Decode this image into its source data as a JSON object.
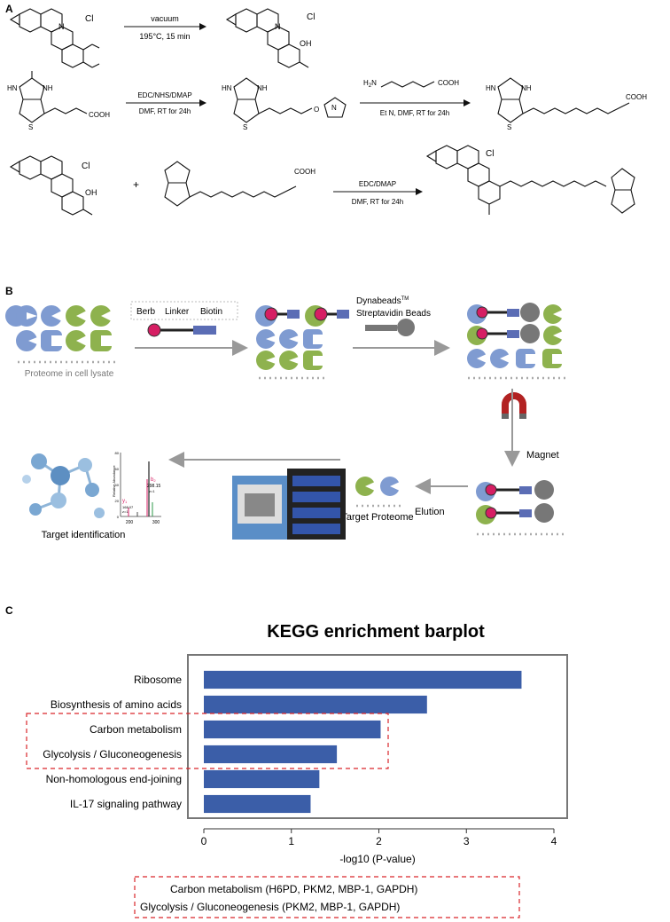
{
  "panels": {
    "a": {
      "label": "A"
    },
    "b": {
      "label": "B"
    },
    "c": {
      "label": "C"
    }
  },
  "scheme_a": {
    "row1": {
      "chloride": "Cl",
      "arrow_top": "vacuum",
      "arrow_bottom": "195°C, 15 min",
      "product_chloride": "Cl",
      "oh": "OH"
    },
    "row2": {
      "biotin_cooh": "COOH",
      "arrow1_top": "EDC/NHS/DMAP",
      "arrow1_bottom": "DMF, RT for 24h",
      "amine_reagent_nh2": "H",
      "amine_reagent_cooh": "COOH",
      "arrow2_bottom": "Et N, DMF, RT for 24h",
      "product_cooh": "COOH"
    },
    "row3": {
      "chloride": "Cl",
      "oh": "OH",
      "plus": "+",
      "reagent_cooh": "COOH",
      "arrow_top": "EDC/DMAP",
      "arrow_bottom": "DMF, RT for 24h",
      "product_chloride": "Cl"
    },
    "atoms": {
      "nh": "NH",
      "hn": "HN",
      "h": "H",
      "s": "S",
      "n": "N",
      "o": "O"
    }
  },
  "workflow_b": {
    "probe_parts": [
      "Berb",
      "Linker",
      "Biotin"
    ],
    "beads_label_line1": "Dynabeads",
    "beads_label_tm": "TM",
    "beads_label_line2": "Streptavidin Beads",
    "proteome_label": "Proteome in cell lysate",
    "magnet_label": "Magnet",
    "elution_label": "Elution",
    "target_proteome_label": "Target Proteome",
    "target_identification_label": "Target identification",
    "spectrum": {
      "ylabel": "Relative Abundance",
      "yticks": [
        "80",
        "60",
        "40",
        "20",
        "0"
      ],
      "xticks": [
        "200",
        "300"
      ],
      "peak_y_label": "y",
      "peak_y_sub": "1",
      "peak_y_mz": "168.07",
      "peak_y_charge": "z=1",
      "peak_b_label": "b",
      "peak_b_sub": "2",
      "peak_b_mz": "298.15",
      "peak_b_charge": "z=1"
    }
  },
  "chart_data": {
    "type": "bar",
    "orientation": "horizontal",
    "title": "KEGG enrichment barplot",
    "xlabel": "-log10 (P-value)",
    "categories": [
      "Ribosome",
      "Biosynthesis of amino acids",
      "Carbon metabolism",
      "Glycolysis / Gluconeogenesis",
      "Non-homologous end-joining",
      "IL-17 signaling pathway"
    ],
    "values": [
      3.63,
      2.55,
      2.02,
      1.52,
      1.32,
      1.22
    ],
    "xlim": [
      0,
      4
    ],
    "xticks": [
      "0",
      "1",
      "2",
      "3",
      "4"
    ],
    "bar_color": "#3b5ea8",
    "highlight_color": "#d9262a",
    "highlighted": [
      "Carbon metabolism",
      "Glycolysis / Gluconeogenesis"
    ]
  },
  "annotation_box": {
    "line1": "Carbon metabolism (H6PD, PKM2, MBP-1, GAPDH)",
    "line2": "Glycolysis / Gluconeogenesis (PKM2,  MBP-1, GAPDH)"
  },
  "colors": {
    "blue_protein": "#7f9bd1",
    "green_protein": "#8eb24e",
    "berb": "#d61e63",
    "linker": "#222222",
    "biotin": "#5b6db5",
    "bead": "#777777",
    "arrow": "#999999"
  }
}
